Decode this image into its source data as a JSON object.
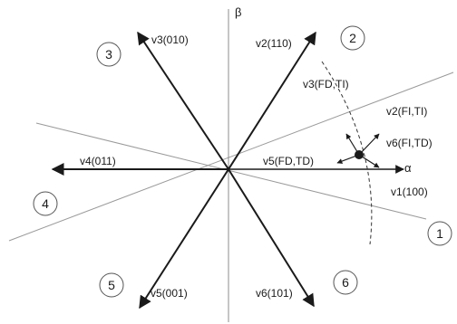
{
  "axes": {
    "alpha_label": "α",
    "beta_label": "β"
  },
  "vectors": [
    {
      "id": "v1",
      "label": "v1(100)"
    },
    {
      "id": "v2",
      "label": "v2(110)"
    },
    {
      "id": "v3",
      "label": "v3(010)"
    },
    {
      "id": "v4",
      "label": "v4(011)"
    },
    {
      "id": "v5",
      "label": "v5(001)"
    },
    {
      "id": "v6",
      "label": "v6(101)"
    }
  ],
  "sectors": [
    "1",
    "2",
    "3",
    "4",
    "5",
    "6"
  ],
  "switching_labels": {
    "v3": "v3(FD,TI)",
    "v2": "v2(FI,TI)",
    "v6": "v6(FI,TD)",
    "v5": "v5(FD,TD)"
  },
  "colors": {
    "line": "#1a1a1a",
    "boundary": "#9a9a9a",
    "axis": "#8c8c8c"
  }
}
